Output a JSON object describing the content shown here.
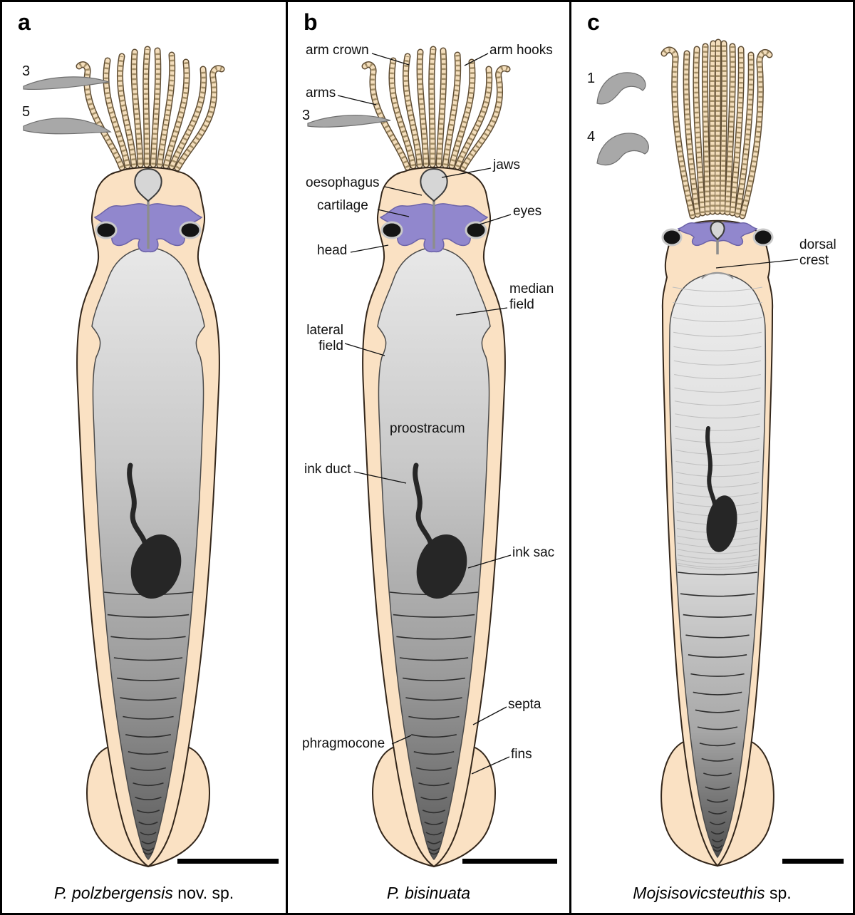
{
  "figure": {
    "panels": {
      "a": {
        "letter": "a",
        "hook_numbers": {
          "first": "3",
          "second": "5"
        },
        "caption": {
          "italic": "P. polzbergensis",
          "normal": " nov. sp."
        }
      },
      "b": {
        "letter": "b",
        "hook_numbers": {
          "first": "3"
        },
        "caption": {
          "italic": "P. bisinuata",
          "normal": ""
        },
        "labels": {
          "arm_crown": "arm crown",
          "arm_hooks": "arm hooks",
          "arms": "arms",
          "jaws": "jaws",
          "oesophagus": "oesophagus",
          "cartilage": "cartilage",
          "eyes": "eyes",
          "head": "head",
          "median_field": "median field",
          "lateral_field": "lateral field",
          "proostracum": "proostracum",
          "ink_duct": "ink duct",
          "ink_sac": "ink sac",
          "septa": "septa",
          "phragmocone": "phragmocone",
          "fins": "fins"
        }
      },
      "c": {
        "letter": "c",
        "hook_numbers": {
          "first": "1",
          "second": "4"
        },
        "caption": {
          "italic": "Mojsisovicsteuthis",
          "normal": " sp."
        },
        "labels": {
          "dorsal_crest": "dorsal crest"
        }
      }
    },
    "colors": {
      "body": "#fae1c3",
      "cartilage": "#9187cd",
      "ink": "#262626",
      "hook_gray": "#a8a8a8"
    }
  }
}
